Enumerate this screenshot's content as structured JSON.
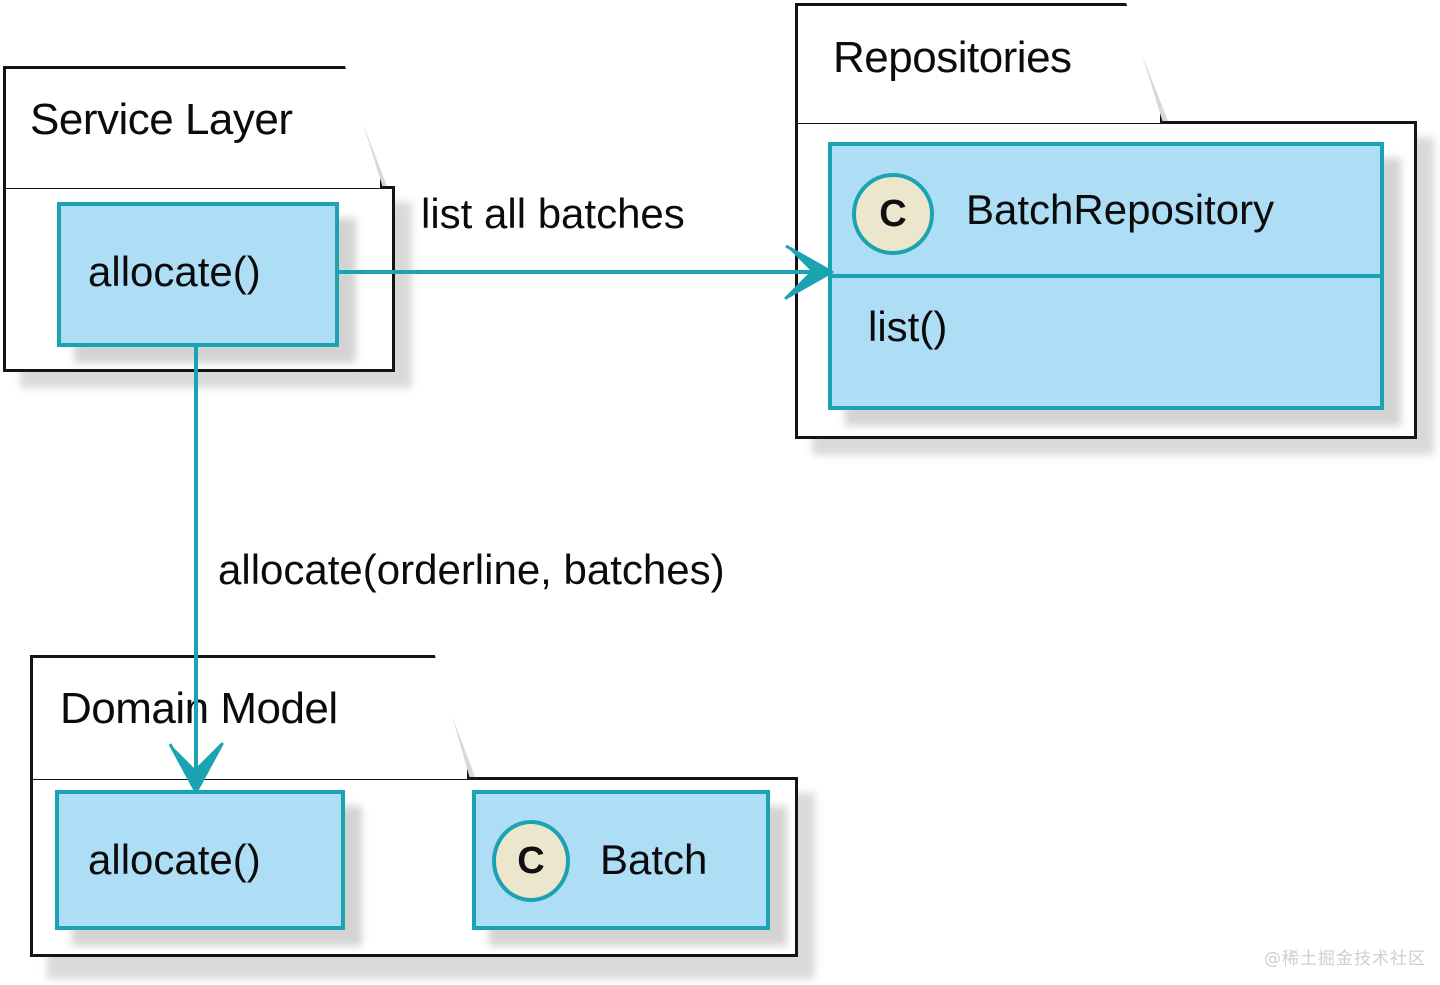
{
  "diagram": {
    "type": "uml-package-diagram",
    "packages": [
      {
        "id": "service-layer",
        "title": "Service Layer",
        "boxes": [
          {
            "id": "service-allocate",
            "label": "allocate()",
            "kind": "method"
          }
        ]
      },
      {
        "id": "repositories",
        "title": "Repositories",
        "boxes": [
          {
            "id": "batch-repository",
            "label": "BatchRepository",
            "kind": "class",
            "stereotype": "C",
            "members": [
              "list()"
            ]
          }
        ]
      },
      {
        "id": "domain-model",
        "title": "Domain Model",
        "boxes": [
          {
            "id": "domain-allocate",
            "label": "allocate()",
            "kind": "method"
          },
          {
            "id": "batch",
            "label": "Batch",
            "kind": "class",
            "stereotype": "C"
          }
        ]
      }
    ],
    "edges": [
      {
        "id": "edge-list-all-batches",
        "label": "list all batches",
        "from": "service-allocate",
        "to": "batch-repository"
      },
      {
        "id": "edge-allocate-call",
        "label": "allocate(orderline, batches)",
        "from": "service-allocate",
        "to": "domain-allocate"
      }
    ],
    "colors": {
      "box_fill": "#aeddf6",
      "box_border": "#1ba3b4",
      "package_border": "#141414",
      "stereotype_fill": "#ece6cd",
      "edge": "#1ba3b4",
      "background": "#ffffff"
    }
  },
  "watermark": "@稀土掘金技术社区"
}
